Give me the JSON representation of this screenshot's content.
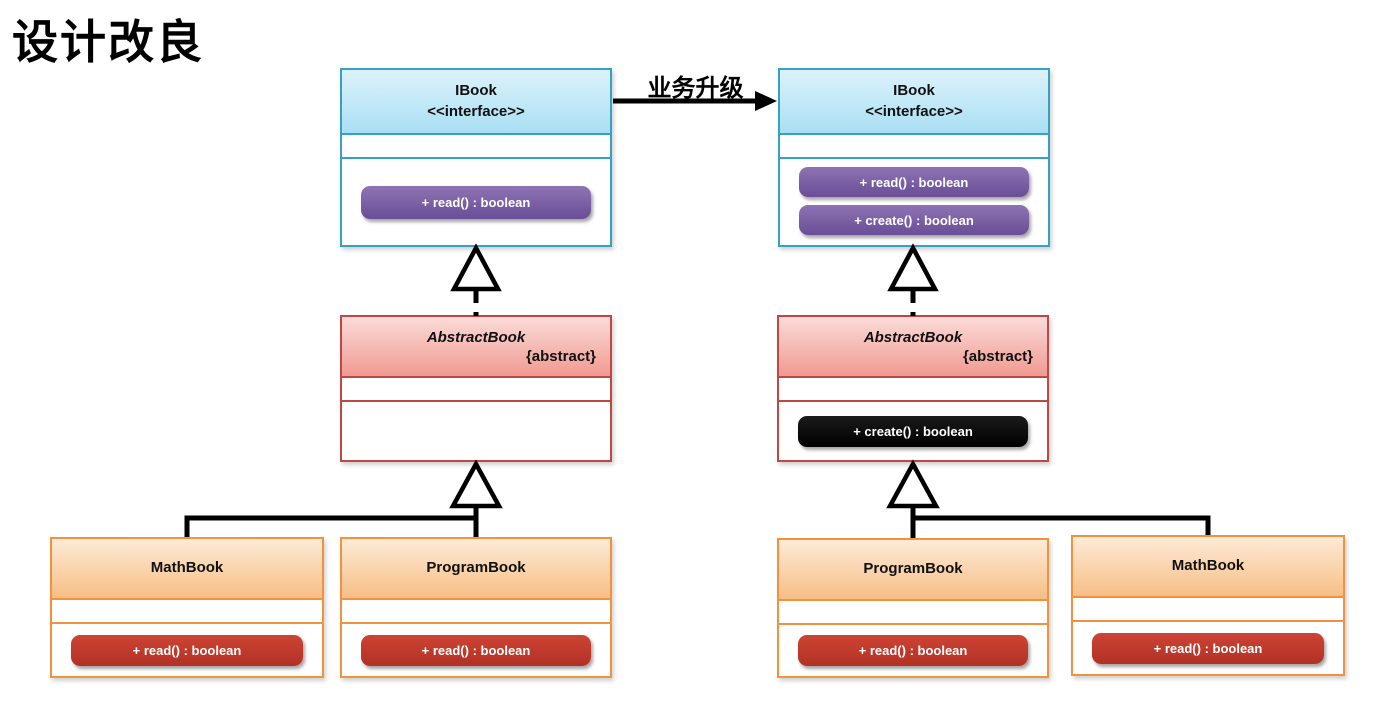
{
  "page": {
    "title": "设计改良"
  },
  "transition": {
    "label": "业务升级"
  },
  "left_diagram": {
    "ibook": {
      "name": "IBook",
      "stereotype": "<<interface>>",
      "methods": [
        "+ read() : boolean"
      ]
    },
    "abstract_book": {
      "name": "AbstractBook",
      "constraint": "{abstract}",
      "methods": []
    },
    "math_book": {
      "name": "MathBook",
      "methods": [
        "+ read() : boolean"
      ]
    },
    "program_book": {
      "name": "ProgramBook",
      "methods": [
        "+ read() : boolean"
      ]
    }
  },
  "right_diagram": {
    "ibook": {
      "name": "IBook",
      "stereotype": "<<interface>>",
      "methods": [
        "+ read() : boolean",
        "+ create() : boolean"
      ]
    },
    "abstract_book": {
      "name": "AbstractBook",
      "constraint": "{abstract}",
      "methods": [
        "+ create() : boolean"
      ]
    },
    "program_book": {
      "name": "ProgramBook",
      "methods": [
        "+ read() : boolean"
      ]
    },
    "math_book": {
      "name": "MathBook",
      "methods": [
        "+ read() : boolean"
      ]
    }
  },
  "colors": {
    "interface_accent": "#35A2C4",
    "abstract_accent": "#BF4745",
    "concrete_accent": "#F0923E",
    "method_pill_purple": "#7A5CA5",
    "method_pill_red": "#C13B2C",
    "method_pill_black": "#000000",
    "connector": "#000000"
  }
}
